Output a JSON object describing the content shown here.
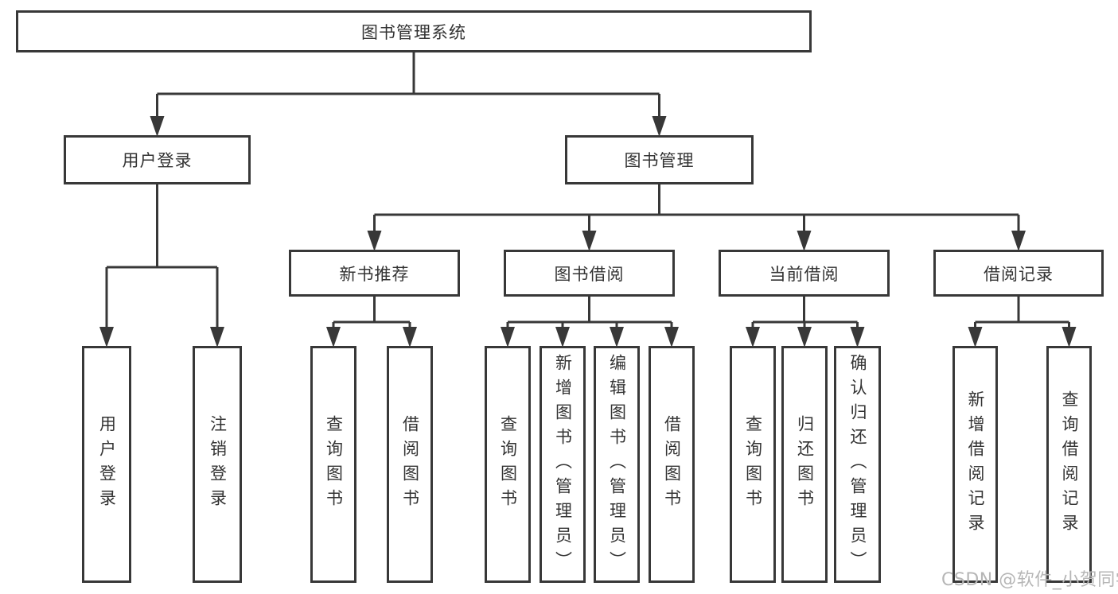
{
  "tree": {
    "label": "图书管理系统",
    "children": [
      {
        "label": "用户登录",
        "children": [
          {
            "label": "用户登录"
          },
          {
            "label": "注销登录"
          }
        ]
      },
      {
        "label": "图书管理",
        "children": [
          {
            "label": "新书推荐",
            "children": [
              {
                "label": "查询图书"
              },
              {
                "label": "借阅图书"
              }
            ]
          },
          {
            "label": "图书借阅",
            "children": [
              {
                "label": "查询图书"
              },
              {
                "label": "新增图书（管理员）"
              },
              {
                "label": "编辑图书（管理员）"
              },
              {
                "label": "借阅图书"
              }
            ]
          },
          {
            "label": "当前借阅",
            "children": [
              {
                "label": "查询图书"
              },
              {
                "label": "归还图书"
              },
              {
                "label": "确认归还（管理员）"
              }
            ]
          },
          {
            "label": "借阅记录",
            "children": [
              {
                "label": "新增借阅记录"
              },
              {
                "label": "查询借阅记录"
              }
            ]
          }
        ]
      }
    ]
  },
  "watermark": {
    "text": "CSDN @软件_小贺同学"
  },
  "colors": {
    "line": "#383838",
    "text": "#333333",
    "watermark": "#b6b6b6",
    "background": "#ffffff"
  }
}
